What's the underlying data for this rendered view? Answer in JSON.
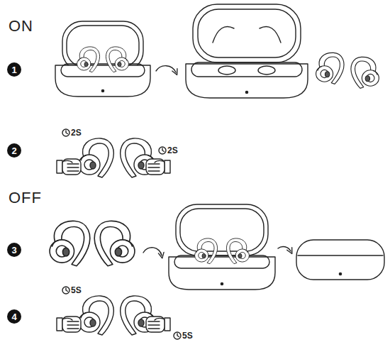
{
  "diagram": {
    "labels": [
      "ON",
      "1",
      "2",
      "2S",
      "2S",
      "OFF",
      "3",
      "4",
      "5S",
      "5S"
    ]
  }
}
